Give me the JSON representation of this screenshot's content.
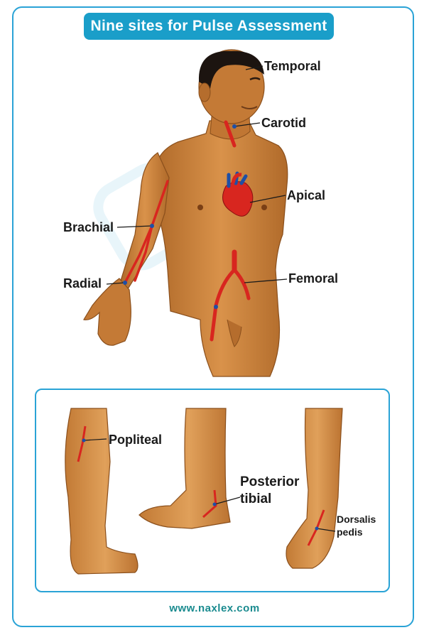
{
  "title": "Nine sites for Pulse Assessment",
  "labels": {
    "temporal": "Temporal",
    "carotid": "Carotid",
    "apical": "Apical",
    "brachial": "Brachial",
    "radial": "Radial",
    "femoral": "Femoral",
    "popliteal": "Popliteal",
    "posterior_tibial_1": "Posterior",
    "posterior_tibial_2": "tibial",
    "dorsalis_pedis_1": "Dorsalis",
    "dorsalis_pedis_2": "pedis"
  },
  "footer": "www.naxlex.com",
  "colors": {
    "accent": "#1a9ec9",
    "skin": "#c9813a",
    "artery": "#d8261f",
    "vein": "#1e4fa6"
  }
}
